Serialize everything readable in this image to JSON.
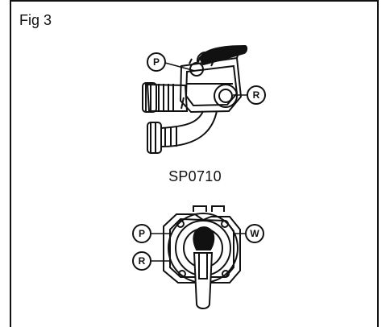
{
  "figure": {
    "label": "Fig 3",
    "model": "SP0710"
  },
  "callouts": {
    "top_p": "P",
    "top_r": "R",
    "bottom_p": "P",
    "bottom_r": "R",
    "bottom_w": "W"
  }
}
